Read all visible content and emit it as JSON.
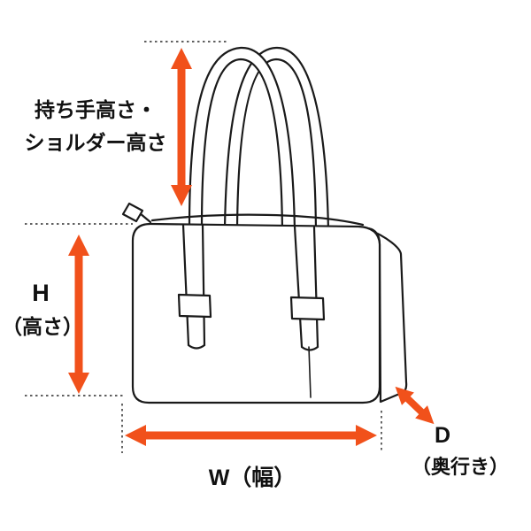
{
  "diagram": {
    "labels": {
      "handle_height_line1": "持ち手高さ・",
      "handle_height_line2": "ショルダー高さ",
      "height_symbol": "H",
      "height_name": "（高さ）",
      "width": "W（幅）",
      "depth_symbol": "D",
      "depth_name": "（奥行き）"
    },
    "colors": {
      "arrow": "#F1511B",
      "line": "#1A1A1A",
      "guide": "#4A4A4A",
      "background": "#FFFFFF"
    }
  }
}
